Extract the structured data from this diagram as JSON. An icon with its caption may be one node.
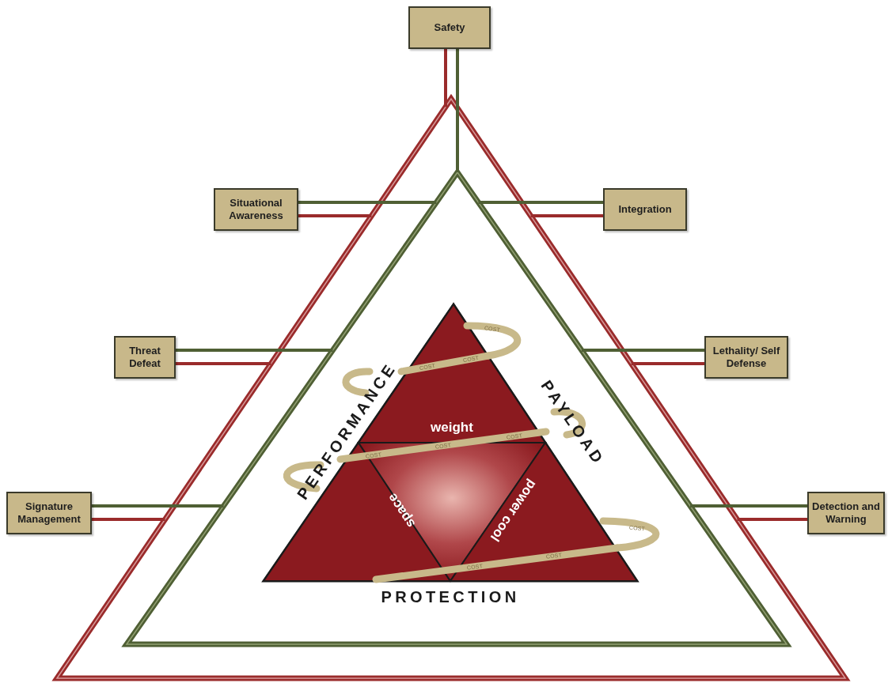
{
  "diagram": {
    "nodes": [
      {
        "text": [],
        "shape": "triangle"
      },
      {
        "text": [],
        "shape": "triangle",
        "in": 0
      },
      {
        "text": [
          "Safety"
        ]
      },
      {
        "text": [
          "Situational Awareness"
        ]
      },
      {
        "text": [
          "Integration"
        ]
      },
      {
        "text": [
          "Threat Defeat"
        ]
      },
      {
        "text": [
          "Lethality/ Self Defense"
        ]
      },
      {
        "text": [
          "Signature Management"
        ]
      },
      {
        "text": [
          "Detection and Warning"
        ]
      },
      {
        "text": [],
        "shape": "triangle",
        "in": 1
      },
      {
        "text": [
          "weight"
        ],
        "in": 9
      },
      {
        "text": [
          "space"
        ],
        "in": 9
      },
      {
        "text": [],
        "shape": "triangle",
        "in": 9
      },
      {
        "text": [
          "power cool"
        ],
        "in": 9
      }
    ],
    "edges": [
      {
        "from": 2,
        "to": 0,
        "arrow": "none",
        "color": "#9a2b2b"
      },
      {
        "from": 2,
        "to": 1,
        "arrow": "none",
        "color": "#4f5f34"
      },
      {
        "from": 3,
        "to": 1,
        "arrow": "none",
        "color": "#4f5f34"
      },
      {
        "from": 3,
        "to": 0,
        "arrow": "none",
        "color": "#9a2b2b"
      },
      {
        "from": 4,
        "to": 1,
        "arrow": "none",
        "color": "#4f5f34"
      },
      {
        "from": 4,
        "to": 0,
        "arrow": "none",
        "color": "#9a2b2b"
      },
      {
        "from": 5,
        "to": 1,
        "arrow": "none",
        "color": "#4f5f34"
      },
      {
        "from": 5,
        "to": 0,
        "arrow": "none",
        "color": "#9a2b2b"
      },
      {
        "from": 6,
        "to": 1,
        "arrow": "none",
        "color": "#4f5f34"
      },
      {
        "from": 6,
        "to": 0,
        "arrow": "none",
        "color": "#9a2b2b"
      },
      {
        "from": 7,
        "to": 1,
        "arrow": "none",
        "color": "#4f5f34"
      },
      {
        "from": 7,
        "to": 0,
        "arrow": "none",
        "color": "#9a2b2b"
      },
      {
        "from": 8,
        "to": 1,
        "arrow": "none",
        "color": "#4f5f34"
      },
      {
        "from": 8,
        "to": 0,
        "arrow": "none",
        "color": "#9a2b2b"
      }
    ],
    "labels": [
      "COST",
      "COST",
      "COST",
      "PERFORMANCE",
      "PAYLOAD",
      "COST",
      "COST",
      "COST",
      "COST",
      "COST",
      "COST",
      "PROTECTION"
    ]
  }
}
